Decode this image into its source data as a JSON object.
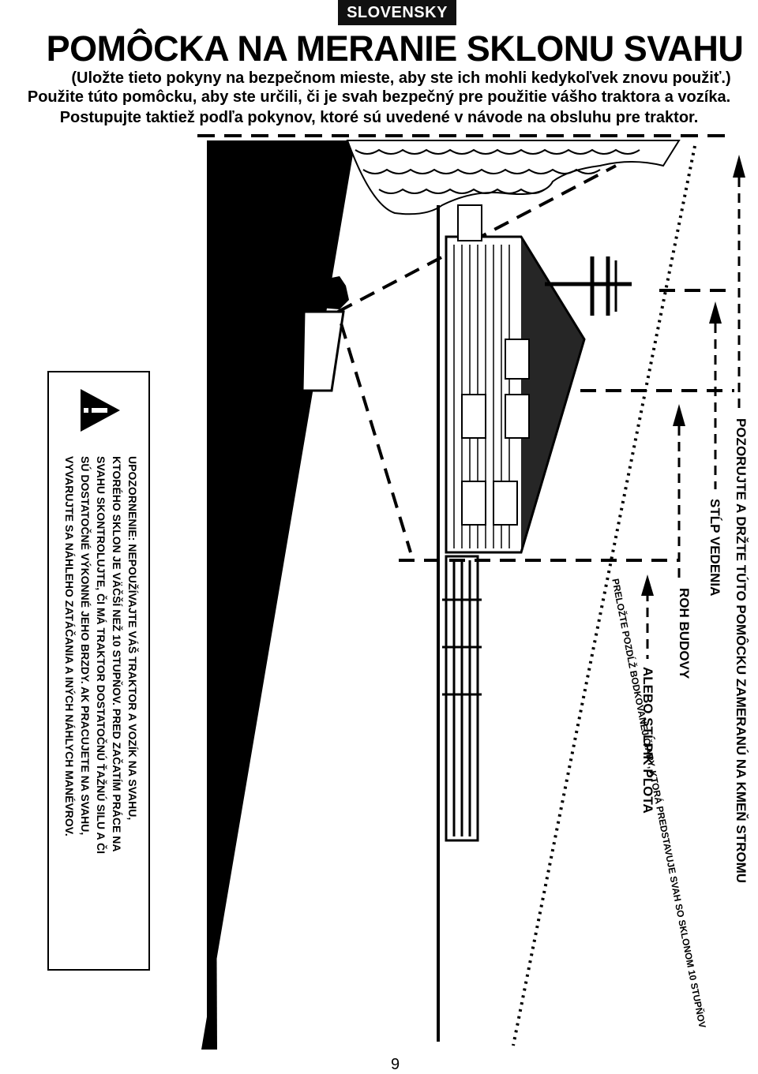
{
  "header": {
    "language_tab": "SLOVENSKY"
  },
  "title": "POMÔCKA NA MERANIE SKLONU SVAHU",
  "intro": {
    "line1": "(Uložte tieto pokyny na bezpečnom mieste, aby ste ich mohli kedykoľvek znovu použiť.)",
    "line2": "Použite túto pomôcku, aby ste určili, či je svah bezpečný pre použitie vášho traktora a vozíka.",
    "line3": "Postupujte taktiež podľa pokynov, ktoré sú uvedené v návode na obsluhu pre traktor."
  },
  "diagram": {
    "angle_label": "10°",
    "label_tree": "POZORUJTE A DRŽTE TÚTO POMÔCKU ZAMERANÚ NA KMEŇ STROMU",
    "label_pole": "STĹP VEDENIA",
    "label_building": "ROH BUDOVY",
    "label_fence": "ALEBO STĹPIK PLOTA",
    "label_fold": "PRELOŽTE POZDĹŽ BODKOVANEJ ČIARY, KTORÁ PREDSTAVUJE SVAH SO SKLONOM 10 STUPŇOV"
  },
  "warning": {
    "lines": [
      "UPOZORNENIE: NEPOUŽÍVAJTE VÁŠ TRAKTOR A VOZÍK NA SVAHU,",
      "KTORÉHO SKLON JE VÄČŠÍ NEŽ 10 STUPŇOV. PRED ZAČATÍM PRÁCE NA",
      "SVAHU SKONTROLUJTE, ČI MÁ TRAKTOR DOSTATOČNÚ ŤAŽNÚ SILU A ČI",
      "SÚ DOSTATOČNÉ VÝKONNÉ JEHO BRZDY. AK PRACUJETE NA SVAHU,",
      "VYVARUJTE SA NÁHLEHO ZATÁČANIA A INÝCH NÁHLYCH MANÉVROV."
    ]
  },
  "footer": {
    "page_number": "9"
  }
}
